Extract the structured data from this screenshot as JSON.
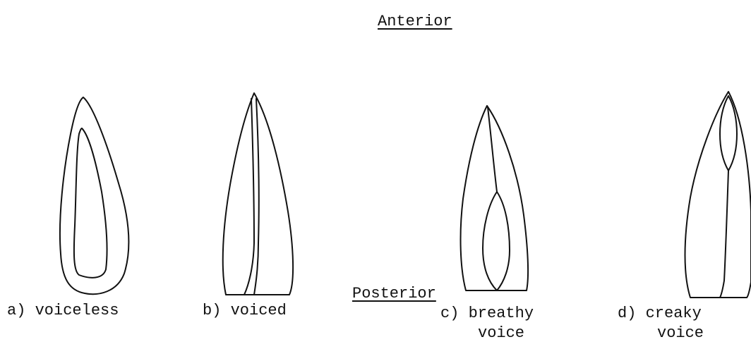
{
  "labels": {
    "anterior": "Anterior",
    "posterior": "Posterior"
  },
  "panels": [
    {
      "id": "a",
      "caption_line1": "a) voiceless",
      "caption_line2": ""
    },
    {
      "id": "b",
      "caption_line1": "b) voiced",
      "caption_line2": ""
    },
    {
      "id": "c",
      "caption_line1": "c) breathy",
      "caption_line2": "voice"
    },
    {
      "id": "d",
      "caption_line1": "d) creaky",
      "caption_line2": "voice"
    }
  ]
}
